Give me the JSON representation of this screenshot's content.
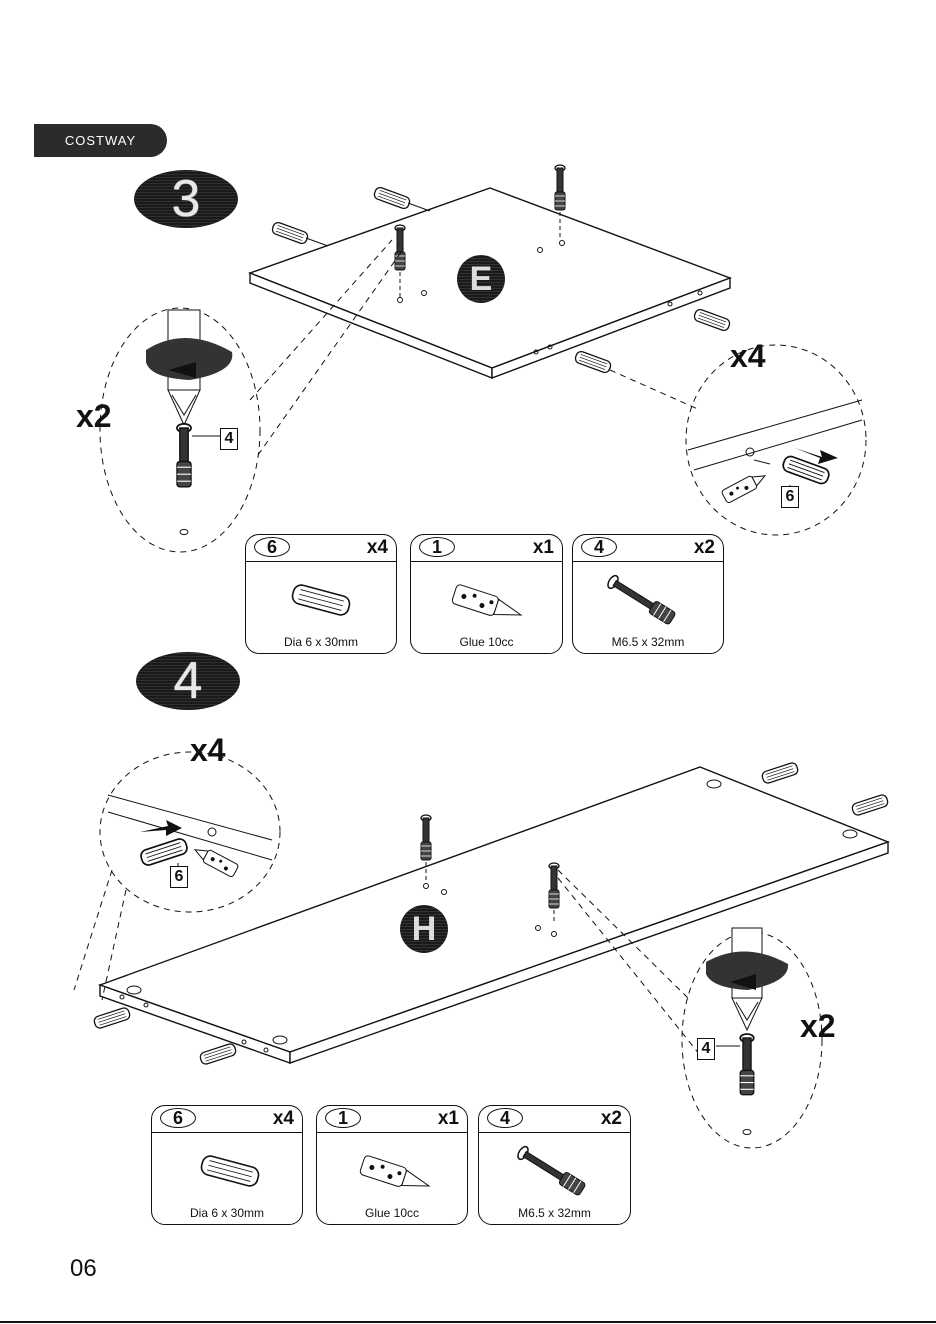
{
  "brand": "COSTWAY",
  "page_number": "06",
  "steps": [
    {
      "number": "3",
      "panel": "E",
      "screw_qty": "x2",
      "dowel_qty": "x4",
      "callouts": {
        "screw": "4",
        "dowel": "6"
      },
      "parts": [
        {
          "id": "6",
          "qty": "x4",
          "caption": "Dia 6 x 30mm",
          "kind": "dowel"
        },
        {
          "id": "1",
          "qty": "x1",
          "caption": "Glue 10cc",
          "kind": "glue"
        },
        {
          "id": "4",
          "qty": "x2",
          "caption": "M6.5 x 32mm",
          "kind": "screw"
        }
      ]
    },
    {
      "number": "4",
      "panel": "H",
      "screw_qty": "x2",
      "dowel_qty": "x4",
      "callouts": {
        "screw": "4",
        "dowel": "6"
      },
      "parts": [
        {
          "id": "6",
          "qty": "x4",
          "caption": "Dia 6 x 30mm",
          "kind": "dowel"
        },
        {
          "id": "1",
          "qty": "x1",
          "caption": "Glue 10cc",
          "kind": "glue"
        },
        {
          "id": "4",
          "qty": "x2",
          "caption": "M6.5 x 32mm",
          "kind": "screw"
        }
      ]
    }
  ]
}
